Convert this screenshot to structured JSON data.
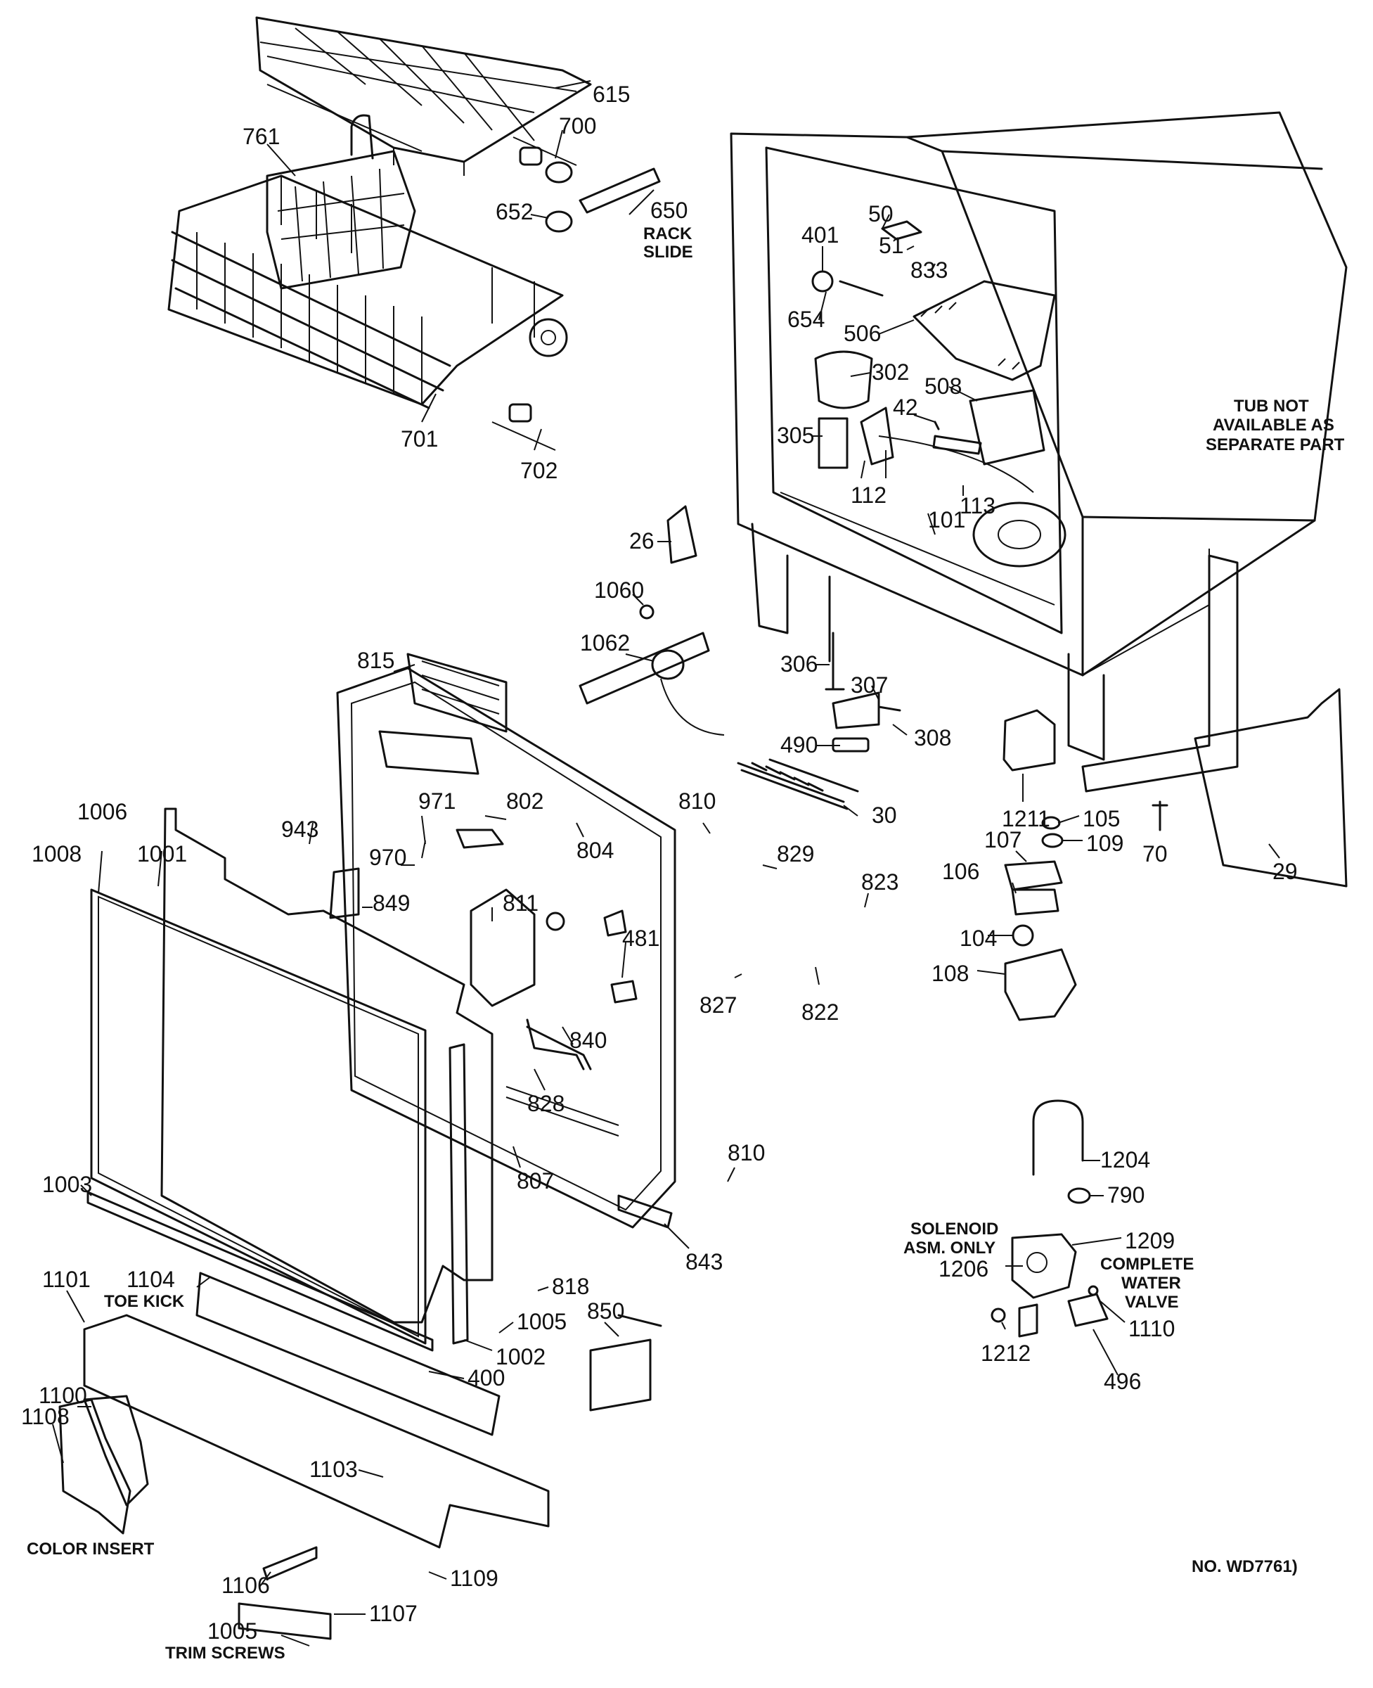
{
  "diagram": {
    "part_labels": [
      "615",
      "700",
      "761",
      "650",
      "652",
      "701",
      "702",
      "50",
      "401",
      "51",
      "833",
      "654",
      "506",
      "302",
      "508",
      "42",
      "305",
      "112",
      "113",
      "101",
      "26",
      "1060",
      "1062",
      "815",
      "306",
      "307",
      "308",
      "490",
      "30",
      "810",
      "1211",
      "105",
      "109",
      "70",
      "29",
      "107",
      "106",
      "104",
      "108",
      "943",
      "971",
      "802",
      "1006",
      "1008",
      "1001",
      "804",
      "970",
      "849",
      "811",
      "829",
      "823",
      "481",
      "827",
      "822",
      "840",
      "828",
      "810",
      "1003",
      "807",
      "843",
      "818",
      "1005",
      "1101",
      "1104",
      "850",
      "1002",
      "400",
      "1100",
      "1108",
      "1103",
      "1106",
      "1109",
      "1005",
      "1107",
      "1204",
      "790",
      "1209",
      "1206",
      "1110",
      "1212",
      "496"
    ],
    "notes": {
      "rack_slide_1": "RACK",
      "rack_slide_2": "SLIDE",
      "tub_1": "TUB NOT",
      "tub_2": "AVAILABLE AS",
      "tub_3": "SEPARATE PART",
      "toe_kick": "TOE KICK",
      "color_insert": "COLOR INSERT",
      "trim_screws": "TRIM SCREWS",
      "solenoid_1": "SOLENOID",
      "solenoid_2": "ASM. ONLY",
      "water_valve_1": "COMPLETE",
      "water_valve_2": "WATER",
      "water_valve_3": "VALVE",
      "drawing_no": "NO. WD7761)"
    }
  }
}
